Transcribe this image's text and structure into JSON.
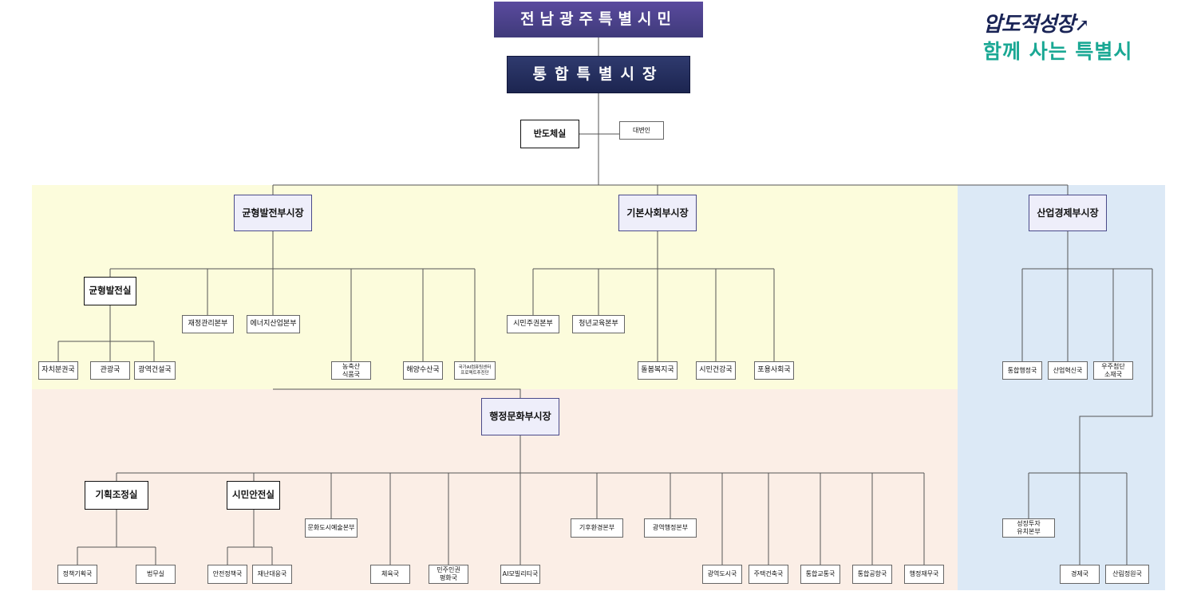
{
  "colors": {
    "zone_yellow": "#fcfcdc",
    "zone_blue": "#dce9f6",
    "zone_pink": "#fbeee6",
    "line": "#555555"
  },
  "header": {
    "citizens": "전남광주특별시민",
    "mayor": "통합특별시장"
  },
  "slogan": {
    "line1": "압도적성장",
    "line2": "함께 사는 특별시",
    "icon": "arrow-up-icon"
  },
  "offices": {
    "semiconductor": "반도체실",
    "spokesperson": "대변인"
  },
  "balanced": {
    "vice_mayor": "균형발전부시장",
    "office": "균형발전실",
    "office_bureaus": [
      "자치분권국",
      "관광국",
      "광역건설국"
    ],
    "bureaus": [
      "재정관리본부",
      "에너지산업본부",
      "농축산\n식품국",
      "해양수산국",
      "국가AI컴퓨팅센터\n프로젝트추진단"
    ]
  },
  "social": {
    "vice_mayor": "기본사회부시장",
    "bureaus": [
      "시민주권본부",
      "청년교육본부",
      "돌봄복지국",
      "시민건강국",
      "포용사회국"
    ]
  },
  "industry": {
    "vice_mayor": "산업경제부시장",
    "bureaus": [
      "통합행정국",
      "산업혁신국",
      "우주첨단\n소재국"
    ],
    "lower_bureaus": [
      "성장투자\n유치본부",
      "경제국",
      "산림정원국"
    ]
  },
  "admin": {
    "vice_mayor": "행정문화부시장",
    "planning_office": "기획조정실",
    "planning_bureaus": [
      "정책기획국",
      "법무실"
    ],
    "safety_office": "시민안전실",
    "safety_bureaus": [
      "안전정책국",
      "재난대응국"
    ],
    "bureaus": [
      "문화도시예술본부",
      "체육국",
      "민주인권\n평화국",
      "AI모빌리티국",
      "기후환경본부",
      "광역행정본부",
      "광역도시국",
      "주택건축국",
      "통합교통국",
      "통합공항국",
      "행정재무국"
    ]
  }
}
